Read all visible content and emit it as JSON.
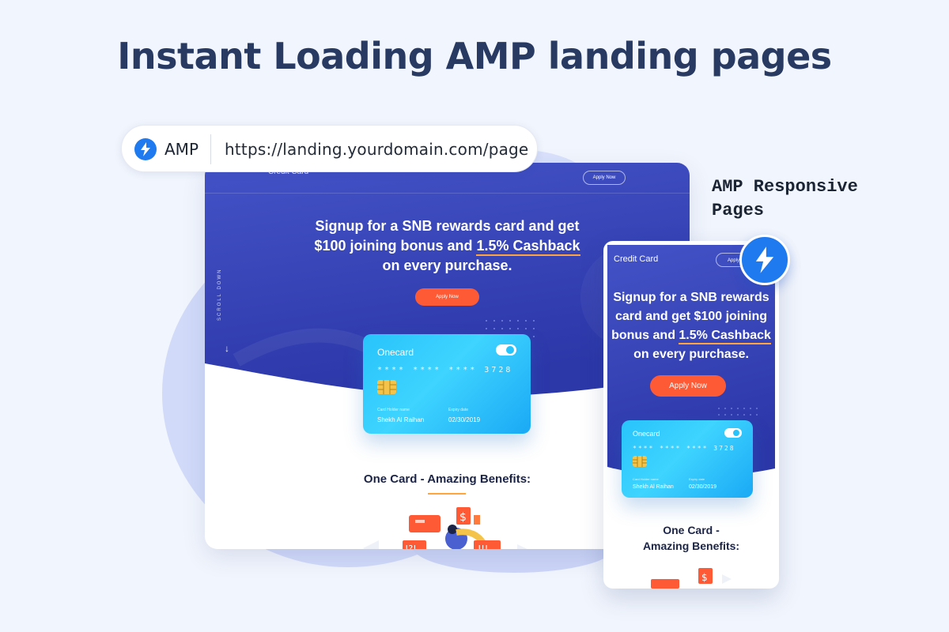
{
  "headline": "Instant Loading AMP landing pages",
  "urlbar": {
    "amp_label": "AMP",
    "url": "https://landing.yourdomain.com/page"
  },
  "side_label": "AMP Responsive Pages",
  "desktop": {
    "brand": "Credit Card",
    "apply_top": "Apply Now",
    "heading_line1": "Signup for a SNB rewards card and get",
    "heading_line2a": "$100 joining bonus and ",
    "heading_highlight": "1.5% Cashback",
    "heading_line3": "on every purchase.",
    "cta": "Apply Now",
    "scroll_label": "SCROLL DOWN",
    "card": {
      "brand": "Onecard",
      "number": "**** **** **** 3728",
      "holder_label": "Card Holder name",
      "holder_value": "Shekh Al Raihan",
      "expiry_label": "Expiry date",
      "expiry_value": "02/30/2019"
    },
    "benefits": "One Card - Amazing Benefits:"
  },
  "mobile": {
    "brand": "Credit Card",
    "apply_top": "Apply",
    "heading_line1": "Signup for a SNB rewards",
    "heading_line2": "card and get $100 joining",
    "heading_line3a": "bonus and ",
    "heading_highlight": "1.5% Cashback",
    "heading_line4": "on every purchase.",
    "cta": "Apply Now",
    "card": {
      "brand": "Onecard",
      "number": "**** **** **** 3728",
      "holder_label": "Card Holder name",
      "holder_value": "Shekh Al Raihan",
      "expiry_label": "Expiry date",
      "expiry_value": "02/30/2019"
    },
    "benefits_line1": "One Card -",
    "benefits_line2": "Amazing Benefits:"
  },
  "colors": {
    "background": "#f1f5fd",
    "headline": "#283a62",
    "hero_top": "#4353c7",
    "hero_bottom": "#2c37a8",
    "cta": "#ff5a36",
    "highlight": "#ffa53b",
    "amp_blue": "#1f7af0",
    "card_blue": "#29c3fb"
  },
  "icons": [
    "amp-bolt-icon",
    "scroll-down-arrow-icon",
    "card-chip-icon",
    "card-toggle-icon"
  ]
}
